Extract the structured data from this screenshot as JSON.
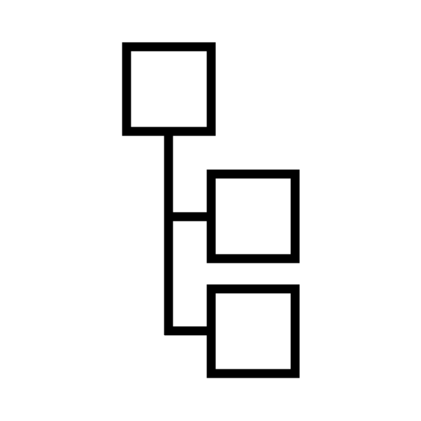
{
  "icon": {
    "name": "hierarchy-tree-icon",
    "stroke_color": "#000000",
    "background_color": "#ffffff",
    "nodes": [
      {
        "name": "parent-node"
      },
      {
        "name": "child-node-1"
      },
      {
        "name": "child-node-2"
      }
    ]
  }
}
